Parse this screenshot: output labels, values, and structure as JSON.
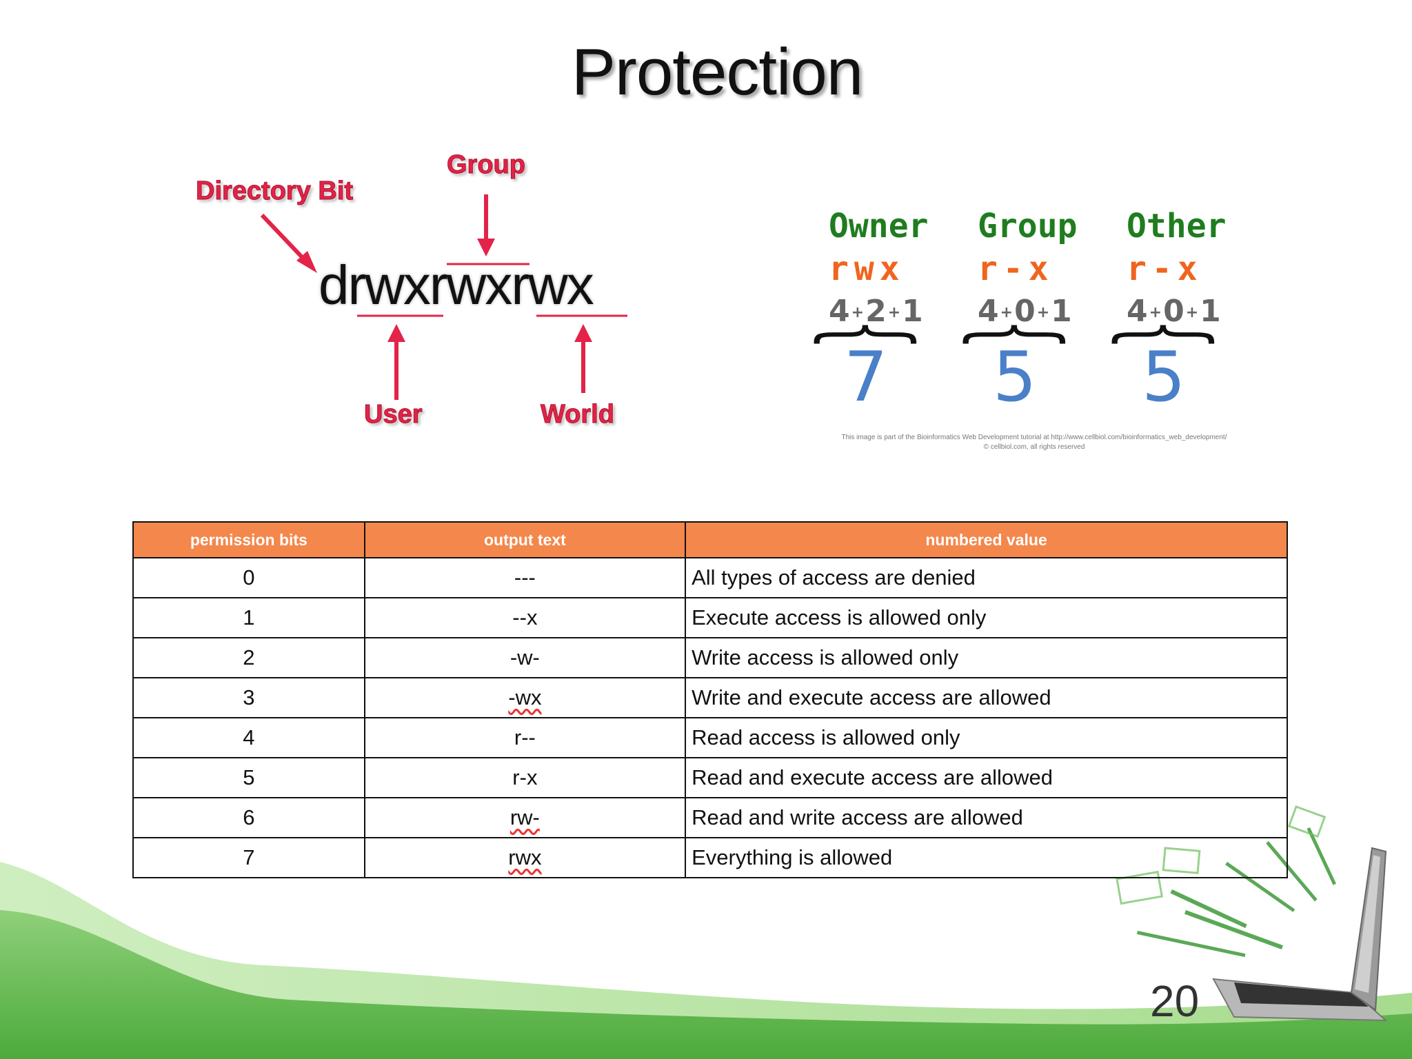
{
  "title": "Protection",
  "permission_diagram": {
    "string": "drwxrwxrwx",
    "labels": {
      "directory_bit": "Directory Bit",
      "group": "Group",
      "user": "User",
      "world": "World"
    }
  },
  "octal_diagram": {
    "columns": [
      {
        "who": "Owner",
        "bits": "rwx",
        "sum": [
          "4",
          "2",
          "1"
        ],
        "value": "7"
      },
      {
        "who": "Group",
        "bits": "r-x",
        "sum": [
          "4",
          "0",
          "1"
        ],
        "value": "5"
      },
      {
        "who": "Other",
        "bits": "r-x",
        "sum": [
          "4",
          "0",
          "1"
        ],
        "value": "5"
      }
    ],
    "credit_line1": "This image is part of the Bioinformatics Web Development tutorial at  http://www.cellbiol.com/bioinformatics_web_development/",
    "credit_line2": "© cellbiol.com, all rights reserved"
  },
  "table": {
    "headers": [
      "permission bits",
      "output text",
      "numbered value"
    ],
    "rows": [
      [
        "0",
        "---",
        "All types of access are denied"
      ],
      [
        "1",
        "--x",
        "Execute access is allowed only"
      ],
      [
        "2",
        "-w-",
        "Write access is allowed only"
      ],
      [
        "3",
        "-wx",
        "Write and execute access are allowed"
      ],
      [
        "4",
        "r--",
        "Read access is allowed only"
      ],
      [
        "5",
        "r-x",
        "Read and execute access are allowed"
      ],
      [
        "6",
        "rw-",
        "Read and write access are allowed"
      ],
      [
        "7",
        "rwx",
        "Everything is allowed"
      ]
    ]
  },
  "page_number": "20",
  "colors": {
    "header_orange": "#f4874b",
    "label_red": "#e32348",
    "owner_green": "#1f7d1f",
    "bits_orange": "#f0641e",
    "digit_blue": "#4a80c8",
    "wave_green": "#5db342"
  }
}
